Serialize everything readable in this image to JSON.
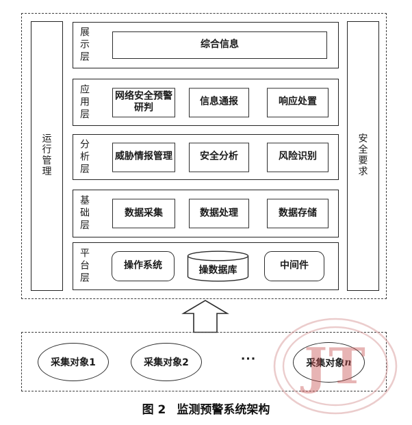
{
  "figure": {
    "label": "图 2",
    "title": "监测预警系统架构"
  },
  "system": {
    "left_bar": {
      "label": "运行管理"
    },
    "right_bar": {
      "label": "安全要求"
    },
    "layers": [
      {
        "label": "展示层",
        "items": [
          {
            "label": "综合信息"
          }
        ]
      },
      {
        "label": "应用层",
        "items": [
          {
            "label": "网络安全预警研判"
          },
          {
            "label": "信息通报"
          },
          {
            "label": "响应处置"
          }
        ]
      },
      {
        "label": "分析层",
        "items": [
          {
            "label": "威胁情报管理"
          },
          {
            "label": "安全分析"
          },
          {
            "label": "风险识别"
          }
        ]
      },
      {
        "label": "基础层",
        "items": [
          {
            "label": "数据采集"
          },
          {
            "label": "数据处理"
          },
          {
            "label": "数据存储"
          }
        ]
      },
      {
        "label": "平台层",
        "items": [
          {
            "label": "操作系统",
            "shape": "rounded"
          },
          {
            "label": "操数据库",
            "shape": "cylinder"
          },
          {
            "label": "中间件",
            "shape": "rounded"
          }
        ]
      }
    ]
  },
  "arrow": {
    "direction": "up"
  },
  "collection": {
    "items": [
      {
        "label": "采集对象1"
      },
      {
        "label": "采集对象2"
      }
    ],
    "dots": "···",
    "last": {
      "prefix": "采集对象",
      "var": "n"
    }
  },
  "watermark": {
    "text": "JT",
    "ring_color": "#dba3a3",
    "text_color": "#c85555"
  },
  "colors": {
    "line": "#222222",
    "background": "#ffffff"
  }
}
